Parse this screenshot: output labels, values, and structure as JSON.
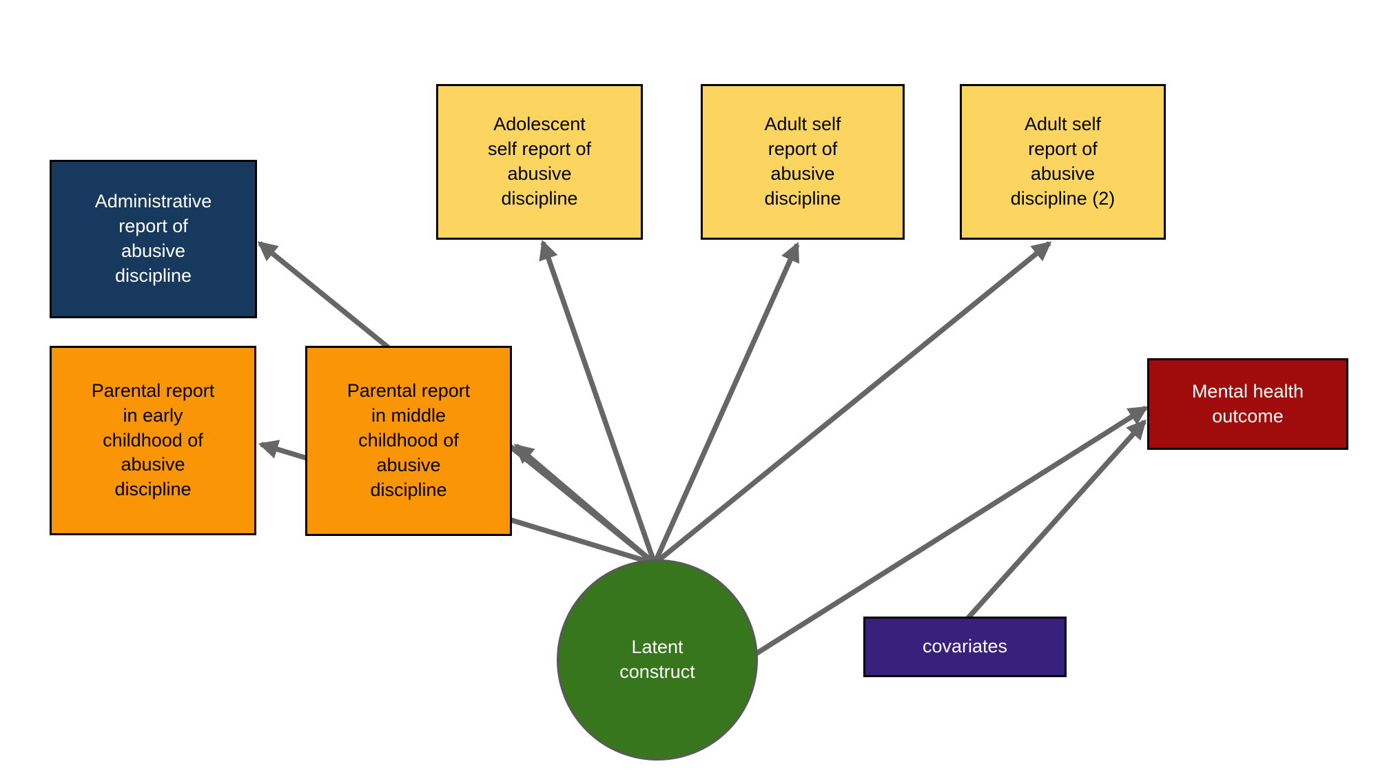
{
  "diagram": {
    "title": "Latent construct measurement model with indicators, covariates and mental health outcome",
    "background_color": "#ffffff",
    "arrow_color": "#666666",
    "nodes": {
      "admin": {
        "label": "Administrative\nreport of\nabusive\ndiscipline",
        "shape": "rectangle",
        "fill": "#17395E",
        "text_color": "#ffffff"
      },
      "adolescent": {
        "label": "Adolescent\nself report of\nabusive\ndiscipline",
        "shape": "rectangle",
        "fill": "#FBD55F",
        "text_color": "#000000"
      },
      "adult1": {
        "label": "Adult self\nreport of\nabusive\ndiscipline",
        "shape": "rectangle",
        "fill": "#FBD55F",
        "text_color": "#000000"
      },
      "adult2": {
        "label": "Adult self\nreport of\nabusive\ndiscipline (2)",
        "shape": "rectangle",
        "fill": "#FBD55F",
        "text_color": "#000000"
      },
      "early": {
        "label": "Parental report\nin early\nchildhood of\nabusive\ndiscipline",
        "shape": "rectangle",
        "fill": "#FA9605",
        "text_color": "#000000"
      },
      "middle": {
        "label": "Parental report\nin middle\nchildhood of\nabusive\ndiscipline",
        "shape": "rectangle",
        "fill": "#FA9605",
        "text_color": "#000000"
      },
      "mental": {
        "label": "Mental health\noutcome",
        "shape": "rectangle",
        "fill": "#A00C0C",
        "text_color": "#ffffff"
      },
      "covariates": {
        "label": "covariates",
        "shape": "rectangle",
        "fill": "#38217C",
        "text_color": "#ffffff"
      },
      "latent": {
        "label": "Latent\nconstruct",
        "shape": "circle",
        "fill": "#38761D",
        "text_color": "#ffffff"
      }
    },
    "edges": [
      {
        "from": "latent",
        "to": "admin"
      },
      {
        "from": "latent",
        "to": "early"
      },
      {
        "from": "latent",
        "to": "middle"
      },
      {
        "from": "latent",
        "to": "adolescent"
      },
      {
        "from": "latent",
        "to": "adult1"
      },
      {
        "from": "latent",
        "to": "adult2"
      },
      {
        "from": "latent",
        "to": "mental"
      },
      {
        "from": "covariates",
        "to": "mental"
      }
    ]
  }
}
